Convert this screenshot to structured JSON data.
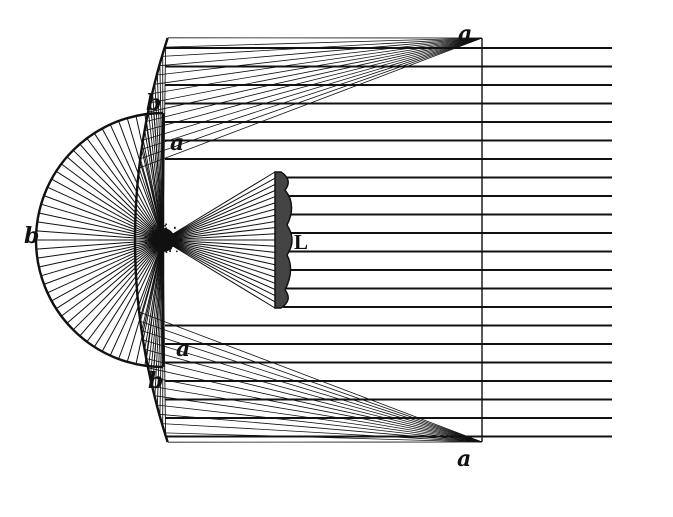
{
  "labels": {
    "a_top": "a",
    "a_upper": "a",
    "a_lower": "a",
    "a_bottom": "a",
    "b_top": "b",
    "b_left": "b",
    "b_bottom": "b",
    "lens": "L"
  },
  "colors": {
    "ink": "#111111",
    "paper": "#ffffff"
  }
}
